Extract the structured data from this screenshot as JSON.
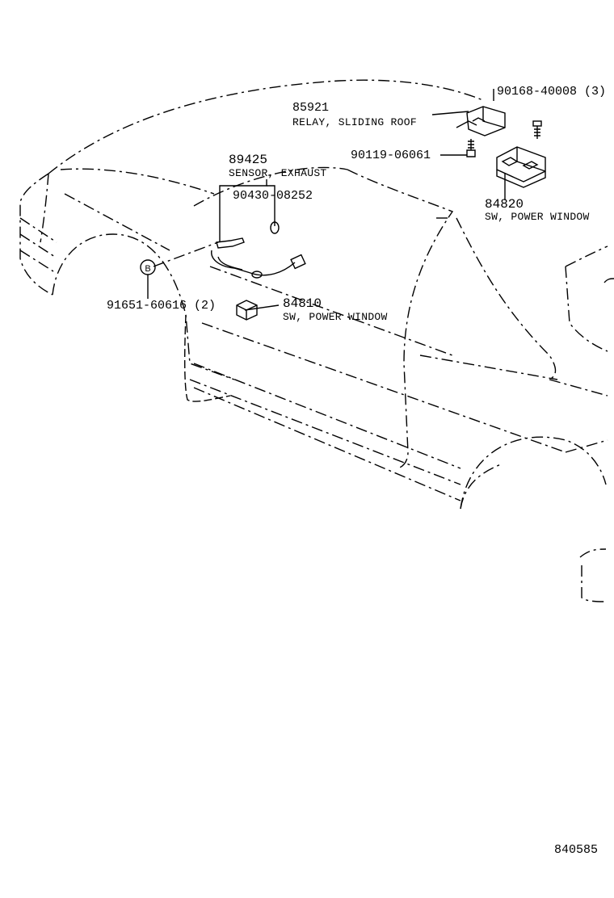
{
  "parts": [
    {
      "part_no": "85921",
      "name": "RELAY, SLIDING ROOF"
    },
    {
      "part_no": "89425",
      "name": "SENSOR, EXHAUST"
    },
    {
      "part_no": "90430-08252"
    },
    {
      "part_no": "90168-40008 (3)"
    },
    {
      "part_no": "90119-06061"
    },
    {
      "part_no": "84820",
      "name": "SW, POWER WINDOW"
    },
    {
      "part_no": "84810",
      "name": "SW, POWER WINDOW"
    },
    {
      "part_no": "91651-60616 (2)"
    }
  ],
  "callout_marker": "B",
  "diagram_code": "840585"
}
